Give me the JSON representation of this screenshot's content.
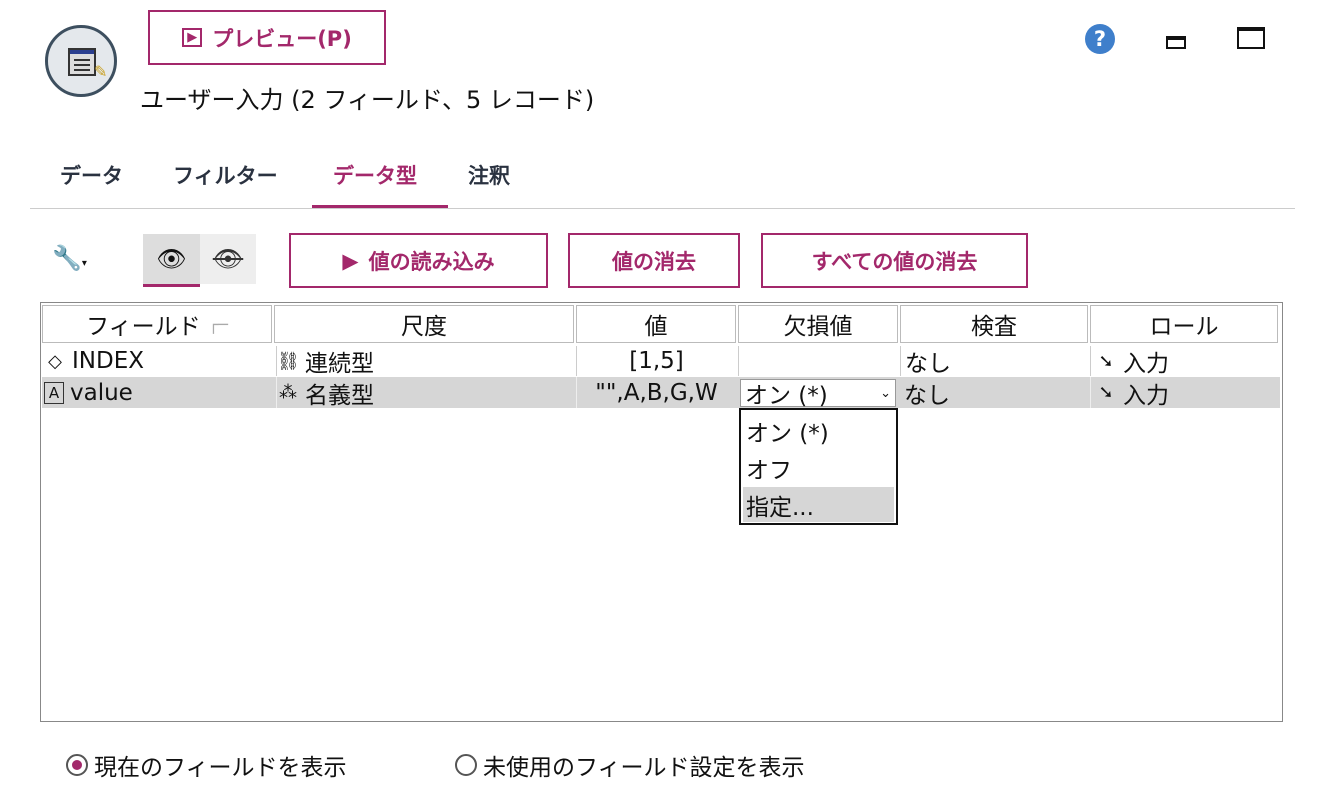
{
  "header": {
    "preview_label": "プレビュー(P)",
    "title": "ユーザー入力 (2 フィールド、5 レコード)",
    "help_icon": "question-circle-icon",
    "minimize_icon": "minimize-icon",
    "maximize_icon": "maximize-icon"
  },
  "tabs": [
    {
      "label": "データ"
    },
    {
      "label": "フィルター"
    },
    {
      "label": "データ型",
      "active": true
    },
    {
      "label": "注釈"
    }
  ],
  "toolbar": {
    "read_values": "値の読み込み",
    "clear_values": "値の消去",
    "clear_all_values": "すべての値の消去"
  },
  "table": {
    "headers": [
      "フィールド",
      "尺度",
      "値",
      "欠損値",
      "検査",
      "ロール"
    ],
    "rows": [
      {
        "field": "INDEX",
        "field_icon": "diamond-icon",
        "measure": "連続型",
        "measure_icon": "ruler-icon",
        "values": "[1,5]",
        "missing": "",
        "check": "なし",
        "role": "入力"
      },
      {
        "field": "value",
        "field_icon": "string-A-icon",
        "measure": "名義型",
        "measure_icon": "nominal-icon",
        "values": "\"\",A,B,G,W",
        "missing": "オン (*)",
        "check": "なし",
        "role": "入力"
      }
    ]
  },
  "dropdown": {
    "options": [
      "オン (*)",
      "オフ",
      "指定..."
    ],
    "highlighted": "指定..."
  },
  "footer": {
    "show_current": "現在のフィールドを表示",
    "show_unused": "未使用のフィールド設定を表示",
    "selected": "show_current"
  },
  "colors": {
    "accent": "#a3286b",
    "selected_row": "#d6d6d6"
  }
}
